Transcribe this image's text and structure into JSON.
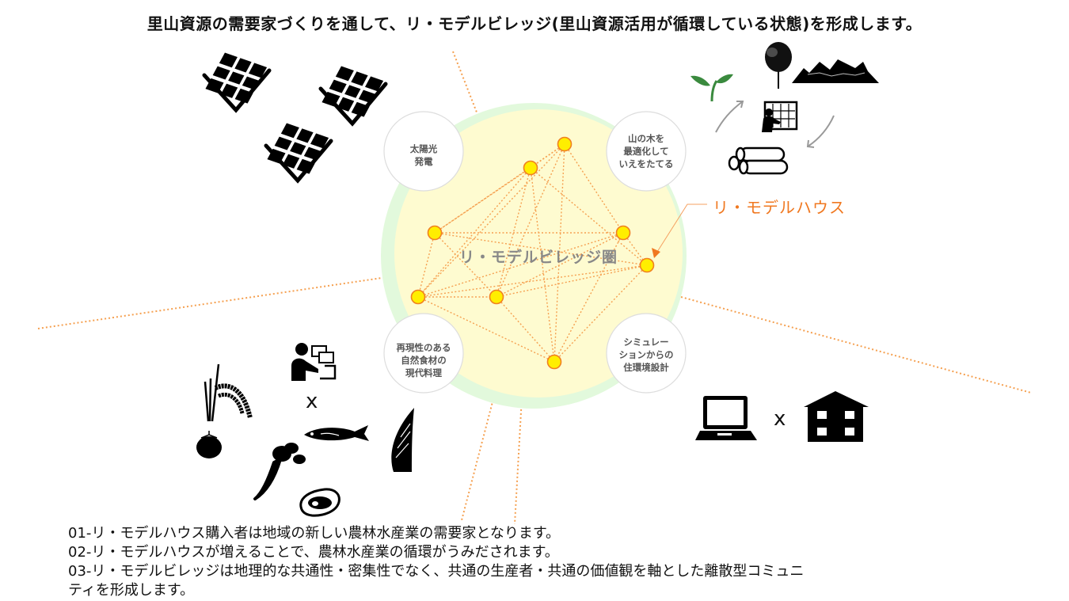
{
  "title": "里山資源の需要家づくりを通して、リ・モデルビレッジ(里山資源活用が循環している状態)を形成します。",
  "diagram": {
    "center_label": "リ・モデルビレッジ圏",
    "highlight_label": "リ・モデルハウス",
    "corner_labels": {
      "top_left": [
        "太陽光",
        "発電"
      ],
      "top_right": [
        "山の木を",
        "最適化して",
        "いえをたてる"
      ],
      "bottom_left": [
        "再現性のある",
        "自然食材の",
        "現代料理"
      ],
      "bottom_right": [
        "シミュレー",
        "ションからの",
        "住環境設計"
      ]
    },
    "times_symbol": "x",
    "colors": {
      "outer_ring": "#e2f9dc",
      "inner_disc": "#fefbd0",
      "node_fill": "#ffee00",
      "node_stroke": "#f08020",
      "link": "#f5a050",
      "highlight": "#f07820"
    },
    "icons": {
      "top_left": [
        "solar-panel-icon",
        "solar-panel-icon",
        "solar-panel-icon"
      ],
      "top_right": [
        "sprout-icon",
        "tree-icon",
        "mountain-icon",
        "design-person-icon",
        "logs-icon",
        "cycle-arrow-icon"
      ],
      "bottom_left": [
        "remote-worker-icon",
        "rice-icon",
        "tomato-icon",
        "fish-icon",
        "radish-icon",
        "bamboo-shoot-icon",
        "meat-icon"
      ],
      "bottom_right": [
        "laptop-icon",
        "house-icon"
      ]
    }
  },
  "notes": [
    "01-リ・モデルハウス購入者は地域の新しい農林水産業の需要家となります。",
    "02-リ・モデルハウスが増えることで、農林水産業の循環がうみだされます。",
    "03-リ・モデルビレッジは地理的な共通性・密集性でなく、共通の生産者・共通の価値観を軸とした離散型コミュニ",
    "ティを形成します。"
  ]
}
